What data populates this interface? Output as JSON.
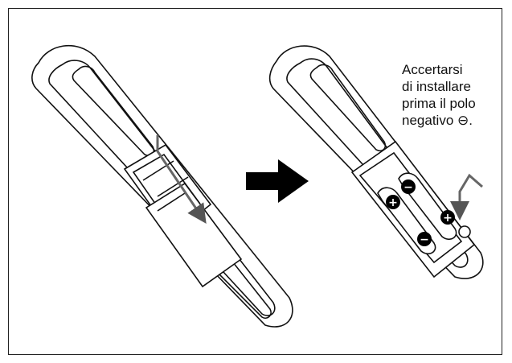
{
  "figure": {
    "note_lines": [
      "Accertarsi",
      "di installare",
      "prima il polo",
      "negativo ⊖."
    ],
    "battery_marks": {
      "plus": "+",
      "minus": "−"
    },
    "icons": [
      "remote-control-open-illustration",
      "arrow-right-icon",
      "remote-control-batteries-illustration",
      "insertion-arrow-icon"
    ]
  }
}
